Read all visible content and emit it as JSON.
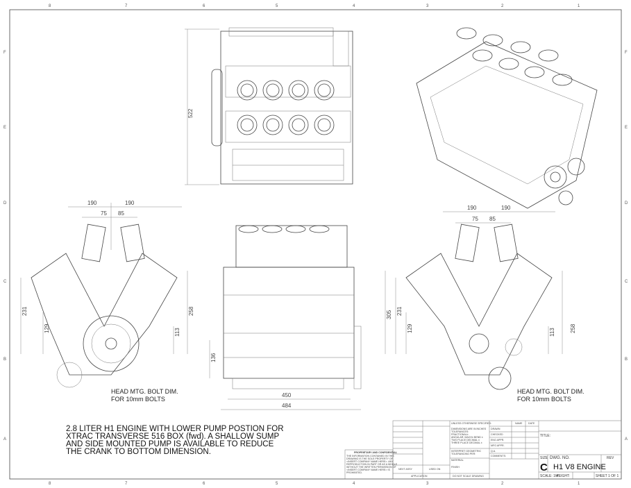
{
  "zones": {
    "columns": [
      "8",
      "7",
      "6",
      "5",
      "4",
      "3",
      "2",
      "1"
    ],
    "rows": [
      "F",
      "E",
      "D",
      "C",
      "B",
      "A"
    ]
  },
  "views": {
    "top": {
      "height_dim": "522"
    },
    "left": {
      "dims": [
        "190",
        "190",
        "75",
        "85",
        "231",
        "129",
        "113",
        "258"
      ],
      "note_line1": "HEAD MTG. BOLT DIM.",
      "note_line2": "FOR 10mm BOLTS"
    },
    "front": {
      "dims": [
        "450",
        "484",
        "136"
      ]
    },
    "right": {
      "dims": [
        "190",
        "190",
        "75",
        "85",
        "305",
        "231",
        "129",
        "113",
        "258"
      ],
      "note_line1": "HEAD MTG. BOLT DIM.",
      "note_line2": "FOR 10mm BOLTS"
    }
  },
  "notes": [
    "2.8 LITER H1 ENGINE WITH LOWER PUMP POSTION FOR",
    "XTRAC TRANSVERSE 516 BOX (fwd).  A SHALLOW SUMP",
    "AND SIDE MOUNTED PUMP IS AVAILABLE TO REDUCE",
    "THE CRANK TO BOTTOM DIMENSION."
  ],
  "title_block": {
    "proprietary_title": "PROPRIETARY AND CONFIDENTIAL",
    "proprietary_text": [
      "THE INFORMATION CONTAINED IN THIS",
      "DRAWING IS THE SOLE PROPERTY OF",
      "<INSERT COMPANY NAME HERE>. ANY",
      "REPRODUCTION IN PART OR AS A WHOLE",
      "WITHOUT THE WRITTEN PERMISSION OF",
      "<INSERT COMPANY NAME HERE> IS",
      "PROHIBITED."
    ],
    "next_assy": "NEXT ASSY",
    "used_on": "USED ON",
    "application": "APPLICATION",
    "unless": "UNLESS OTHERWISE SPECIFIED:",
    "tolerances": [
      "DIMENSIONS ARE IN INCHES",
      "TOLERANCES:",
      "FRACTIONAL±",
      "ANGULAR: MACH±   BEND ±",
      "TWO PLACE DECIMAL  ±",
      "THREE PLACE DECIMAL  ±"
    ],
    "interpret": [
      "INTERPRET GEOMETRIC",
      "TOLERANCING PER:"
    ],
    "material": "MATERIAL",
    "finish": "FINISH",
    "do_not_scale": "DO NOT SCALE DRAWING",
    "name": "NAME",
    "date": "DATE",
    "roles": [
      "DRAWN",
      "CHECKED",
      "ENG APPR.",
      "MFG APPR.",
      "Q.A.",
      "COMMENTS:"
    ],
    "title_label": "TITLE:",
    "size_label": "SIZE",
    "size": "C",
    "dwg_no_label": "DWG.  NO.",
    "dwg_no": "H1 V8 ENGINE",
    "rev_label": "REV",
    "scale": "SCALE: 1:4",
    "weight": "WEIGHT:",
    "sheet": "SHEET 1 OF 1"
  }
}
